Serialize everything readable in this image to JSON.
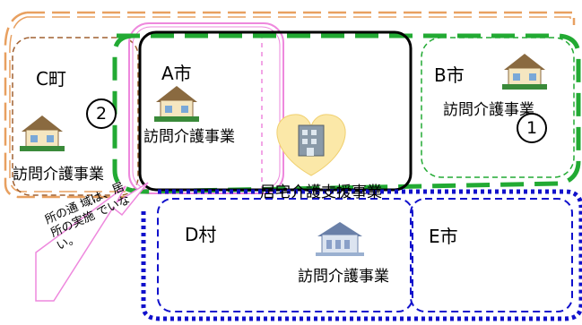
{
  "areas": {
    "c": {
      "name": "C町",
      "office": "訪問介護事業"
    },
    "a": {
      "name": "A市",
      "office": "訪問介護事業"
    },
    "b": {
      "name": "B市",
      "office": "訪問介護事業"
    },
    "d": {
      "name": "D村",
      "office": "訪問介護事業"
    },
    "e": {
      "name": "E市"
    }
  },
  "center": {
    "label": "居宅介護支援事業"
  },
  "markers": {
    "one": "1",
    "two": "2"
  },
  "callout": {
    "text": "所の通 域は、居 所の実施 でいない。"
  },
  "colors": {
    "orange": "#e8a060",
    "pink": "#ee88dd",
    "green": "#22aa33",
    "blue": "#1111cc",
    "black": "#000000",
    "brown": "#a06030"
  },
  "icons": [
    "house-icon",
    "building-icon",
    "heart-icon"
  ]
}
